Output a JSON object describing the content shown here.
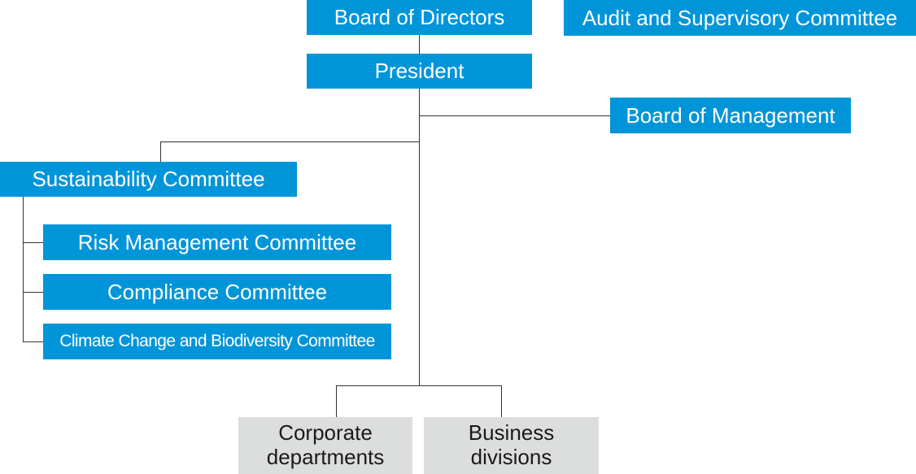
{
  "colors": {
    "primary_box": "#0095d9",
    "primary_text": "#ffffff",
    "secondary_box": "#dcdddd",
    "secondary_text": "#1a1a1a",
    "connector": "#333333"
  },
  "nodes": {
    "board_of_directors": "Board of Directors",
    "audit_committee": "Audit and Supervisory Committee",
    "president": "President",
    "board_of_management": "Board of Management",
    "sustainability_committee": "Sustainability Committee",
    "risk_management_committee": "Risk Management Committee",
    "compliance_committee": "Compliance Committee",
    "climate_committee": "Climate Change and Biodiversity Committee",
    "corporate_departments": {
      "line1": "Corporate",
      "line2": "departments"
    },
    "business_divisions": {
      "line1": "Business",
      "line2": "divisions"
    }
  }
}
